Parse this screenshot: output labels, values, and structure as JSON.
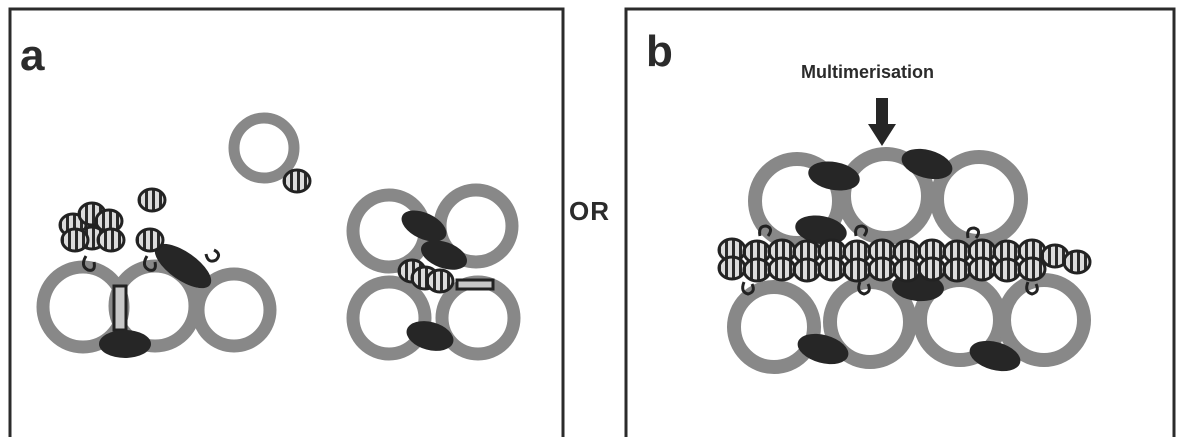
{
  "panels": {
    "a": {
      "label": "a"
    },
    "b": {
      "label": "b"
    }
  },
  "separator_text": "OR",
  "annotation": {
    "text": "Multimerisation",
    "icon": "down-arrow-icon"
  },
  "colors": {
    "ring": "#888888",
    "dark_subunit": "#262626",
    "border": "#2b2b2b",
    "linker": "#c8c8c8",
    "striped_fill": "#d9d9d9"
  }
}
